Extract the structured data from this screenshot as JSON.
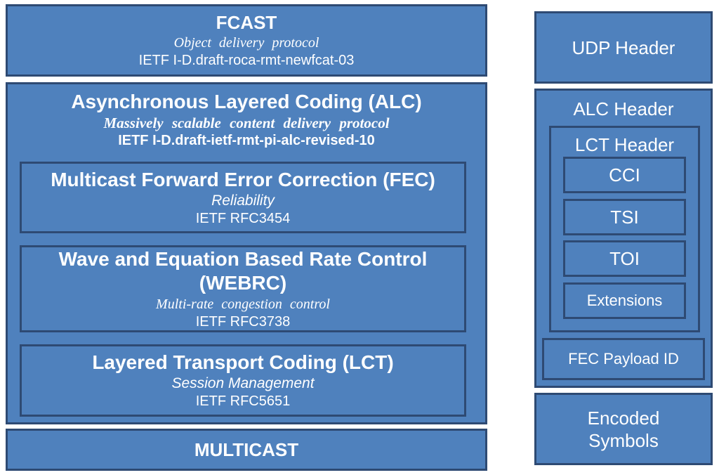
{
  "fcast": {
    "title": "FCAST",
    "subtitle": "Object delivery protocol",
    "ref": "IETF I-D.draft-roca-rmt-newfcat-03"
  },
  "alc": {
    "title": "Asynchronous Layered Coding (ALC)",
    "subtitle": "Massively scalable content delivery protocol",
    "ref": "IETF I-D.draft-ietf-rmt-pi-alc-revised-10"
  },
  "fec": {
    "title": "Multicast Forward Error Correction (FEC)",
    "subtitle": "Reliability",
    "ref": "IETF RFC3454"
  },
  "webrc": {
    "title_line1": "Wave and Equation Based Rate Control",
    "title_line2": "(WEBRC)",
    "subtitle": "Multi-rate congestion control",
    "ref": "IETF RFC3738"
  },
  "lct": {
    "title": "Layered Transport Coding (LCT)",
    "subtitle": "Session Management",
    "ref": "IETF RFC5651"
  },
  "multicast": {
    "title": "MULTICAST"
  },
  "packet": {
    "udp_header": "UDP Header",
    "alc_header": "ALC Header",
    "lct_header": "LCT Header",
    "cci": "CCI",
    "tsi": "TSI",
    "toi": "TOI",
    "extensions": "Extensions",
    "fec_payload_id": "FEC Payload ID",
    "encoded_line1": "Encoded",
    "encoded_line2": "Symbols"
  }
}
